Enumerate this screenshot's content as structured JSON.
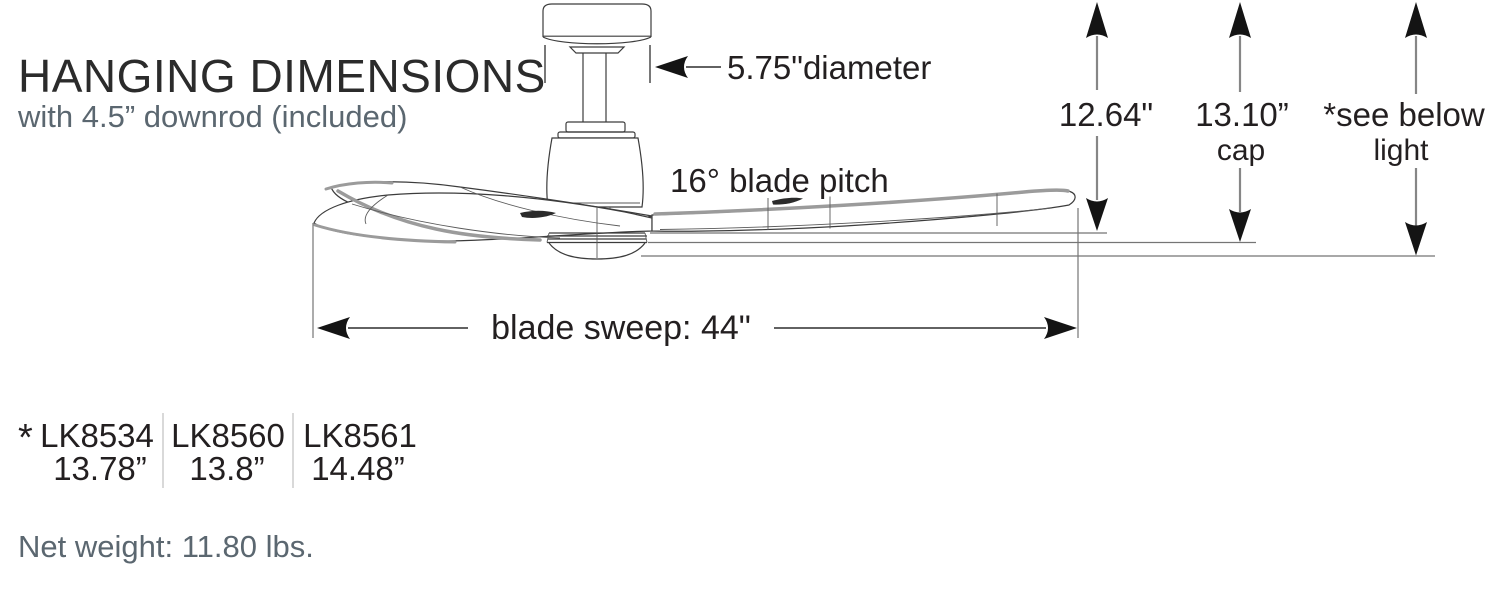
{
  "header": {
    "title": "HANGING DIMENSIONS",
    "subtitle": "with 4.5” downrod (included)"
  },
  "diagram": {
    "diameter_label": "5.75\"diameter",
    "blade_pitch_label": "16° blade pitch",
    "blade_sweep_label": "blade sweep: 44\"",
    "height_to_blades": "12.64\"",
    "height_to_cap_value": "13.10”",
    "height_to_cap_sub": "cap",
    "height_to_light_value": "*see below",
    "height_to_light_sub": "light"
  },
  "models": {
    "note_marker": "*",
    "items": [
      {
        "model": "LK8534",
        "height": "13.78”"
      },
      {
        "model": "LK8560",
        "height": "13.8”"
      },
      {
        "model": "LK8561",
        "height": "14.48”"
      }
    ]
  },
  "net_weight": "Net weight: 11.80 lbs.",
  "colors": {
    "text_dark": "#231f20",
    "text_slate": "#5b6770",
    "line_dark": "#3c3c3c",
    "line_gray": "#9b9b9b"
  }
}
